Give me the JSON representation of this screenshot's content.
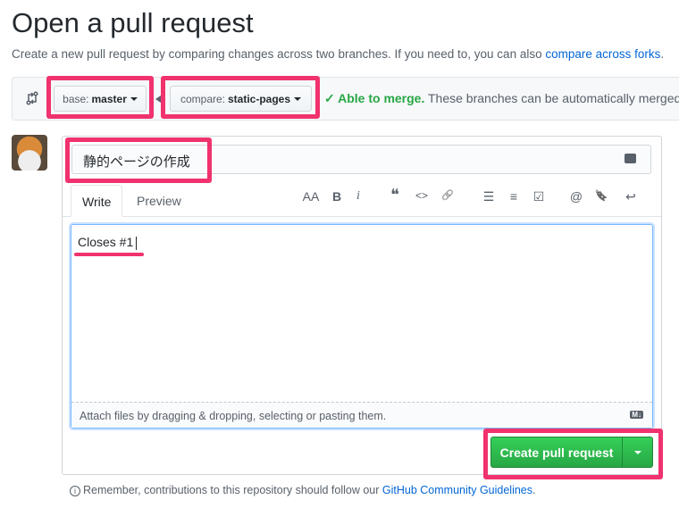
{
  "page": {
    "title": "Open a pull request",
    "subtitle": "Create a new pull request by comparing changes across two branches. If you need to, you can also ",
    "subtitle_link": "compare across forks",
    "subtitle_end": "."
  },
  "compare": {
    "base_label": "base:",
    "base_value": "master",
    "compare_label": "compare:",
    "compare_value": "static-pages",
    "merge_status": "Able to merge.",
    "merge_detail": " These branches can be automatically merged.",
    "status_color": "#28a745"
  },
  "form": {
    "title_value": "静的ページの作成",
    "tabs": [
      "Write",
      "Preview"
    ],
    "body_value": "Closes #1",
    "attach_hint": "Attach files by dragging & dropping, selecting or pasting them.",
    "markdown_badge": "M↓",
    "submit_label": "Create pull request"
  },
  "toolbar": [
    "AA",
    "B",
    "i",
    "❝",
    "<>",
    "🔗",
    "☰",
    "≡",
    "☑",
    "@",
    "🔖",
    "↩"
  ],
  "footer": {
    "text": "Remember, contributions to this repository should follow our ",
    "link": "GitHub Community Guidelines",
    "end": "."
  },
  "colors": {
    "accent": "#0366d6",
    "primary_button": "#28a745",
    "annotation": "#f0326e"
  }
}
